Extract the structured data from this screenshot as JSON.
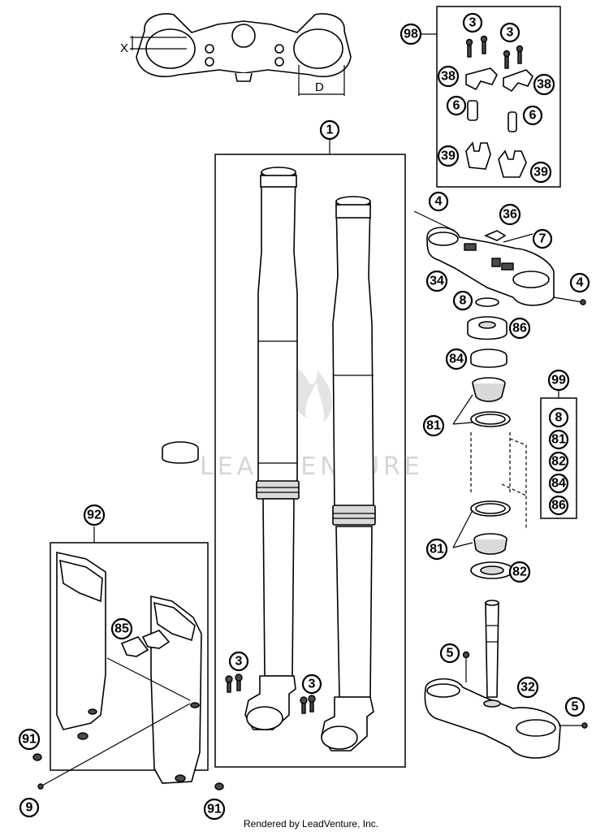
{
  "dimensions": {
    "x": "X",
    "d": "D"
  },
  "callouts": {
    "c1": "1",
    "c3_kit_a": "3",
    "c3_kit_b": "3",
    "c3_left": "3",
    "c3_right": "3",
    "c4_top": "4",
    "c4_right": "4",
    "c5_top": "5",
    "c5_right": "5",
    "c6_left": "6",
    "c6_right": "6",
    "c7": "7",
    "c8": "8",
    "c9": "9",
    "c32": "32",
    "c34": "34",
    "c36": "36",
    "c38_left": "38",
    "c38_right": "38",
    "c39_left": "39",
    "c39_right": "39",
    "c81_top": "81",
    "c81_bottom": "81",
    "c82": "82",
    "c84": "84",
    "c85": "85",
    "c86": "86",
    "c91_left": "91",
    "c91_right": "91",
    "c92": "92",
    "c98": "98",
    "c99": "99"
  },
  "kit99_items": [
    "8",
    "81",
    "82",
    "84",
    "86"
  ],
  "watermark": "LEADVENTURE",
  "footer": "Rendered by LeadVenture, Inc."
}
